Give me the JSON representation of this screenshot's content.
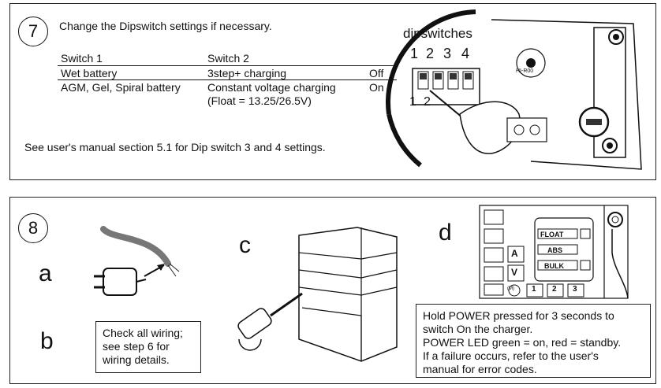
{
  "step7": {
    "number": "7",
    "instruction": "Change the Dipswitch settings if necessary.",
    "table": {
      "headers": [
        "Switch 1",
        "Switch 2",
        ""
      ],
      "rows": [
        [
          "Wet battery",
          "3step+ charging",
          "Off"
        ],
        [
          "AGM, Gel, Spiral battery",
          "Constant voltage charging",
          "On"
        ],
        [
          "",
          "(Float = 13.25/26.5V)",
          ""
        ]
      ]
    },
    "footnote": "See user's manual section 5.1 for Dip switch 3 and 4 settings.",
    "figure": {
      "title": "dipswitches",
      "switch_numbers": [
        "1",
        "2",
        "3",
        "4"
      ],
      "bottom_numbers": [
        "1",
        "2"
      ],
      "device_label": "HI-R00"
    }
  },
  "step8": {
    "number": "8",
    "label_a": "a",
    "label_b": "b",
    "label_c": "c",
    "label_d": "d",
    "wiring_note": [
      "Check all wiring;",
      "see step 6 for",
      "wiring details."
    ],
    "power_note": [
      "Hold POWER pressed for 3 seconds to",
      "switch On the charger.",
      "POWER LED green = on, red = standby.",
      "If a failure occurs, refer to the user's",
      "manual for error codes."
    ],
    "panel_labels": {
      "float": "FLOAT",
      "abs": "ABS",
      "bulk": "BULK",
      "a_key": "A",
      "v_key": "V",
      "mode_key": "(M)",
      "keys": [
        "1",
        "2",
        "3"
      ]
    }
  }
}
